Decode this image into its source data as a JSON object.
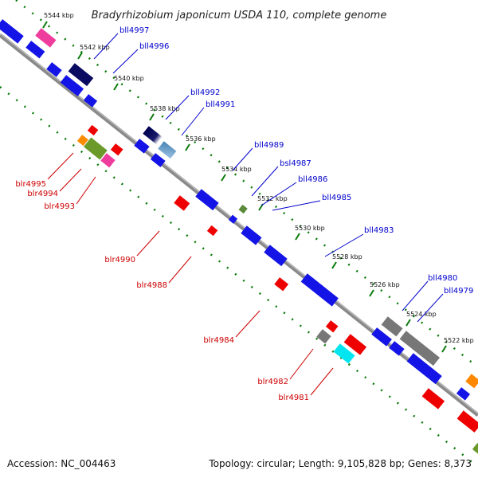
{
  "title": "Bradyrhizobium japonicum USDA 110, complete genome",
  "footer": {
    "accession": "Accession: NC_004463",
    "summary": "Topology: circular; Length: 9,105,828 bp; Genes: 8,373"
  },
  "colors": {
    "reverse_label": "#0000cc",
    "forward_label": "#cc0000",
    "kbp_ticks": "#0a7a0a",
    "backbone": "#888888"
  },
  "kbp_ticks": [
    "5544 kbp",
    "5542 kbp",
    "5540 kbp",
    "5538 kbp",
    "5536 kbp",
    "5534 kbp",
    "5532 kbp",
    "5530 kbp",
    "5528 kbp",
    "5526 kbp",
    "5524 kbp",
    "5522 kbp"
  ],
  "reverse_genes": [
    "bll4997",
    "bll4996",
    "bll4992",
    "bll4991",
    "bll4989",
    "bsl4987",
    "bll4986",
    "bll4985",
    "bll4983",
    "bll4980",
    "bll4979"
  ],
  "forward_genes": [
    "blr4995",
    "blr4994",
    "blr4993",
    "blr4990",
    "blr4988",
    "blr4984",
    "blr4982",
    "blr4981"
  ]
}
